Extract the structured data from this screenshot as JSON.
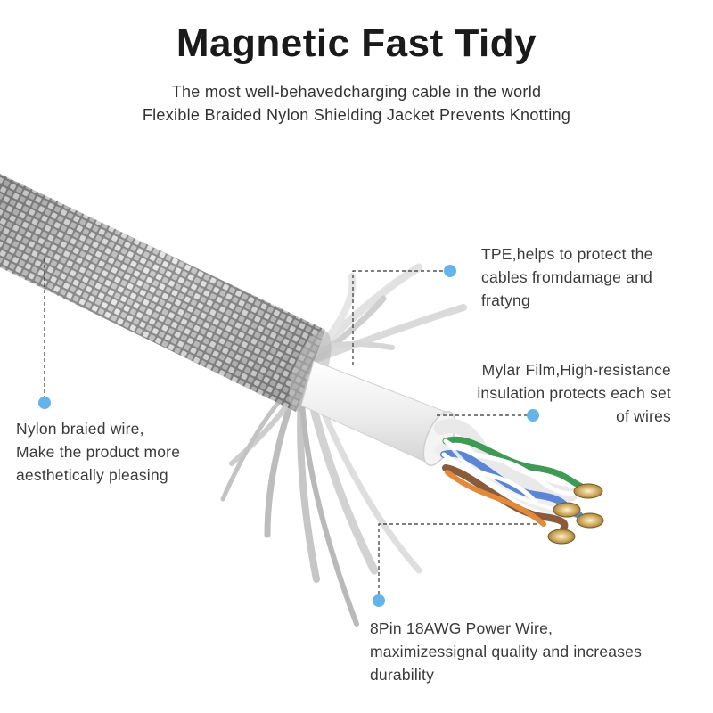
{
  "header": {
    "title": "Magnetic Fast Tidy",
    "subtitle_line1": "The most well-behavedcharging cable in the world",
    "subtitle_line2": "Flexible Braided Nylon Shielding Jacket Prevents Knotting"
  },
  "callouts": {
    "tpe": {
      "lines": [
        "TPE,helps to protect the",
        "cables fromdamage and",
        "fratyng"
      ]
    },
    "mylar": {
      "lines": [
        "Mylar Film,High-resistance",
        "insulation protects each set",
        "of wires"
      ]
    },
    "nylon": {
      "lines": [
        "Nylon braied wire,",
        "Make the product more",
        "aesthetically pleasing"
      ]
    },
    "power": {
      "lines": [
        "8Pin 18AWG Power Wire,",
        "maximizessignal quality and increases",
        "durability"
      ]
    }
  },
  "colors": {
    "callout_dot": "#64b4ea",
    "braid_dark": "#8a8a8a",
    "braid_light": "#e9e9e9",
    "wire_blue": "#5b86d6",
    "wire_green": "#3f9a55",
    "wire_brown": "#8a5a3c",
    "wire_orange": "#e08a3a",
    "contact_gold": "#c9a45a"
  }
}
